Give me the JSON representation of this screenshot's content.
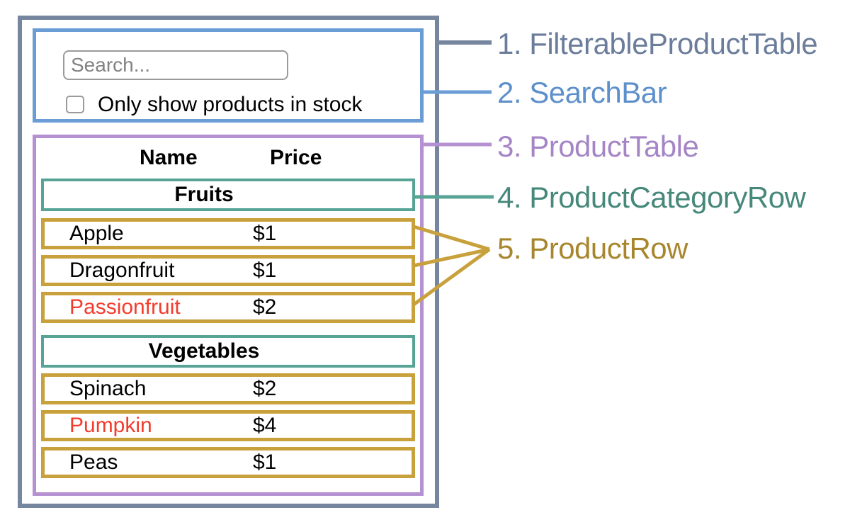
{
  "colors": {
    "outer_border": "#76869e",
    "searchbar_border": "#6a9dd6",
    "producttable_border": "#b591d1",
    "category_border": "#57a496",
    "row_border": "#c8a13c",
    "form_border": "#9a9a9a",
    "placeholder_text": "#828282",
    "out_of_stock_text": "#f43b2c"
  },
  "search_bar": {
    "input_placeholder": "Search...",
    "checkbox_label": "Only show products in stock"
  },
  "table": {
    "headers": {
      "name": "Name",
      "price": "Price"
    },
    "sections": [
      {
        "category": "Fruits",
        "rows": [
          {
            "name": "Apple",
            "price": "$1"
          },
          {
            "name": "Dragonfruit",
            "price": "$1"
          },
          {
            "name": "Passionfruit",
            "price": "$2",
            "name_color": "#f43b2c"
          }
        ]
      },
      {
        "category": "Vegetables",
        "rows": [
          {
            "name": "Spinach",
            "price": "$2"
          },
          {
            "name": "Pumpkin",
            "price": "$4",
            "name_color": "#f43b2c"
          },
          {
            "name": "Peas",
            "price": "$1"
          }
        ]
      }
    ]
  },
  "legend": {
    "items": [
      {
        "label": "1. FilterableProductTable",
        "color": "#6b7d9b"
      },
      {
        "label": "2. SearchBar",
        "color": "#5d90cb"
      },
      {
        "label": "3. ProductTable",
        "color": "#a585c5"
      },
      {
        "label": "4. ProductCategoryRow",
        "color": "#46887a"
      },
      {
        "label": "5. ProductRow",
        "color": "#a8862e"
      }
    ]
  }
}
